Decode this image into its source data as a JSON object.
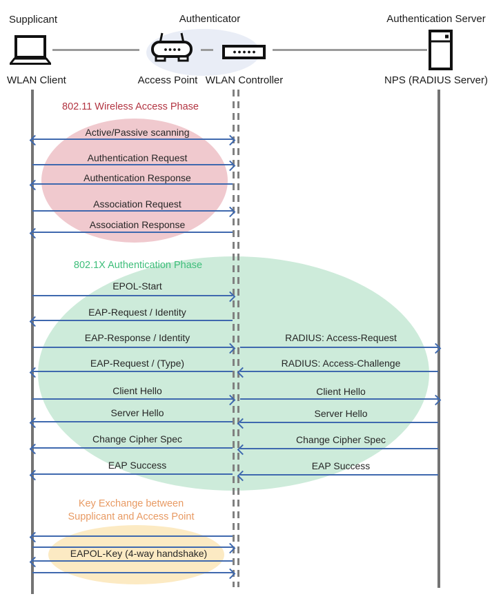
{
  "diagram": {
    "roles": [
      {
        "label": "Supplicant"
      },
      {
        "label": "Authenticator"
      },
      {
        "label": "Authentication Server"
      }
    ],
    "devices": [
      {
        "label": "WLAN Client",
        "icon": "laptop-icon"
      },
      {
        "label": "Access Point",
        "icon": "access-point-icon"
      },
      {
        "label": "WLAN Controller",
        "icon": "wlan-controller-icon"
      },
      {
        "label": "NPS (RADIUS Server)",
        "icon": "server-icon"
      }
    ],
    "phases": [
      {
        "name": "802.11 Wireless Access Phase",
        "title_color": "#B23441",
        "ellipse_color": "#F0C9CE"
      },
      {
        "name": "802.1X Authentication Phase",
        "title_color": "#3EBE7A",
        "ellipse_color": "#CDEBDA"
      },
      {
        "name": "Key Exchange between Supplicant and Access Point",
        "title_line1": "Key Exchange between",
        "title_line2": "Supplicant and Access Point",
        "title_color": "#E89A63",
        "ellipse_color": "#FCEAC3"
      }
    ],
    "messages": {
      "client_to_controller": [
        {
          "label": "Active/Passive scanning",
          "direction": "both"
        },
        {
          "label": "Authentication Request",
          "direction": "right"
        },
        {
          "label": "Authentication Response",
          "direction": "left"
        },
        {
          "label": "Association Request",
          "direction": "right"
        },
        {
          "label": "Association Response",
          "direction": "left"
        },
        {
          "label": "EPOL-Start",
          "direction": "right"
        },
        {
          "label": "EAP-Request / Identity",
          "direction": "left"
        },
        {
          "label": "EAP-Response / Identity",
          "direction": "right"
        },
        {
          "label": "EAP-Request / (Type)",
          "direction": "left"
        },
        {
          "label": "Client Hello",
          "direction": "right"
        },
        {
          "label": "Server Hello",
          "direction": "left"
        },
        {
          "label": "Change Cipher Spec",
          "direction": "left"
        },
        {
          "label": "EAP Success",
          "direction": "left"
        }
      ],
      "controller_to_server": [
        {
          "label": "RADIUS: Access-Request",
          "direction": "right"
        },
        {
          "label": "RADIUS: Access-Challenge",
          "direction": "left"
        },
        {
          "label": "Client Hello",
          "direction": "right"
        },
        {
          "label": "Server Hello",
          "direction": "left"
        },
        {
          "label": "Change Cipher Spec",
          "direction": "left"
        },
        {
          "label": "EAP Success",
          "direction": "left"
        }
      ],
      "key_exchange": {
        "label": "EAPOL-Key (4-way handshake)",
        "arrow_directions": [
          "left",
          "right",
          "left",
          "right"
        ]
      }
    },
    "colors": {
      "arrow": "#3E68AE",
      "lifeline": "#7F7F7F",
      "authenticator_ellipse": "#E9EDF6"
    }
  }
}
